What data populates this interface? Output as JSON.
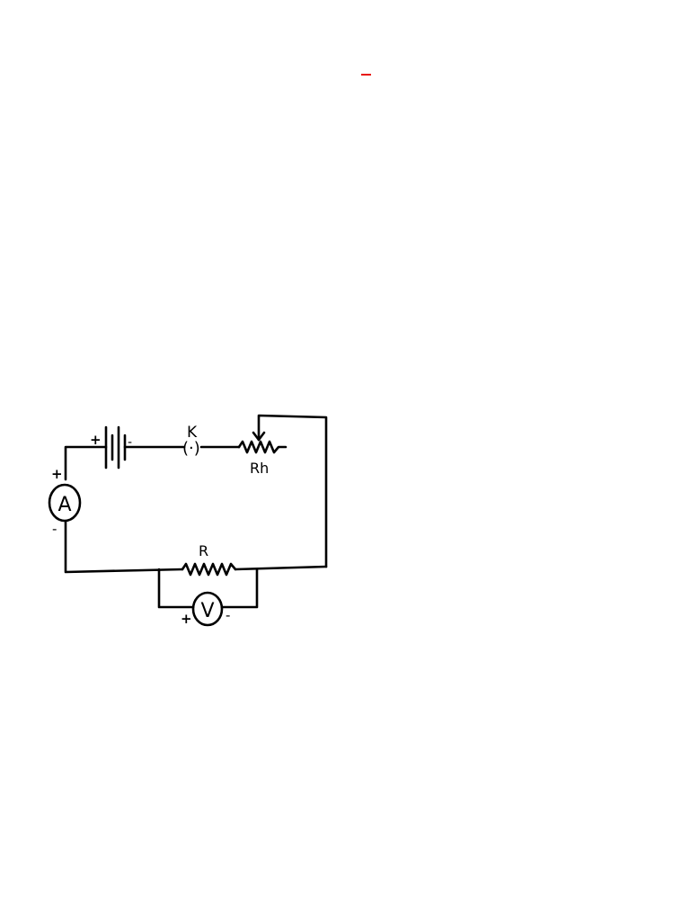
{
  "diagram": {
    "top_mark_color": "#e8160c",
    "ink_color": "#000000",
    "labels": {
      "key": "K",
      "key_symbol": "(·)",
      "rheostat": "Rh",
      "resistor": "R",
      "ammeter": "A",
      "voltmeter": "V",
      "battery_plus": "+",
      "battery_minus": "-",
      "ammeter_plus": "+",
      "ammeter_minus": "-",
      "voltmeter_plus": "+",
      "voltmeter_minus": "-"
    }
  }
}
